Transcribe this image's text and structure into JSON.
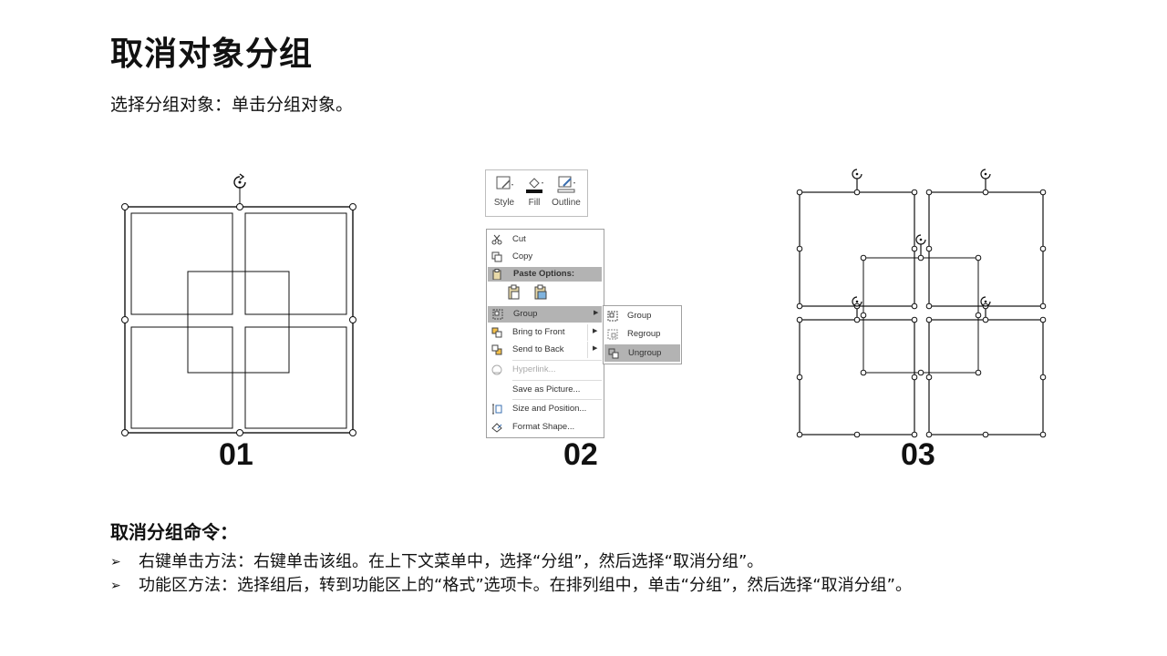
{
  "page": {
    "title": "取消对象分组",
    "subtitle": "选择分组对象：单击分组对象。",
    "figure_labels": [
      "01",
      "02",
      "03"
    ],
    "section_title": "取消分组命令：",
    "bullet_marker": "➢",
    "bullets": [
      "右键单击方法：右键单击该组。在上下文菜单中，选择“分组”，然后选择“取消分组”。",
      "功能区方法：选择组后，转到功能区上的“格式”选项卡。在排列组中，单击“分组”，然后选择“取消分组”。"
    ]
  },
  "ribbon": {
    "buttons": [
      {
        "label": "Style",
        "icon": "shape-style-icon"
      },
      {
        "label": "Fill",
        "icon": "paint-bucket-icon"
      },
      {
        "label": "Outline",
        "icon": "pen-outline-icon"
      }
    ]
  },
  "context_menu": {
    "cut": "Cut",
    "copy": "Copy",
    "paste_options": "Paste Options:",
    "group": "Group",
    "bring_to_front": "Bring to Front",
    "send_to_back": "Send to Back",
    "hyperlink": "Hyperlink...",
    "save_as_picture": "Save as Picture...",
    "size_and_position": "Size and Position...",
    "format_shape": "Format Shape..."
  },
  "submenu": {
    "group": "Group",
    "regroup": "Regroup",
    "ungroup": "Ungroup"
  }
}
